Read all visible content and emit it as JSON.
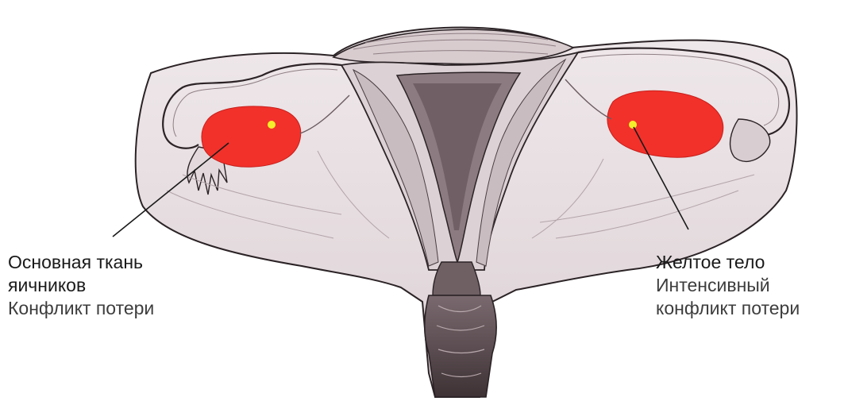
{
  "labels": {
    "left": {
      "line1": "Основная ткань",
      "line2": "яичников",
      "line3": "Конфликт потери"
    },
    "right": {
      "line1": "Желтое тело",
      "line2": "Интенсивный",
      "line3": "конфликт потери"
    }
  },
  "colors": {
    "background": "#ffffff",
    "tissue_fill": "#e9e1e4",
    "tissue_shadow": "#b7a8ad",
    "outline": "#2b2326",
    "highlight_red": "#f2312b",
    "highlight_spot": "#f4ef2a"
  }
}
